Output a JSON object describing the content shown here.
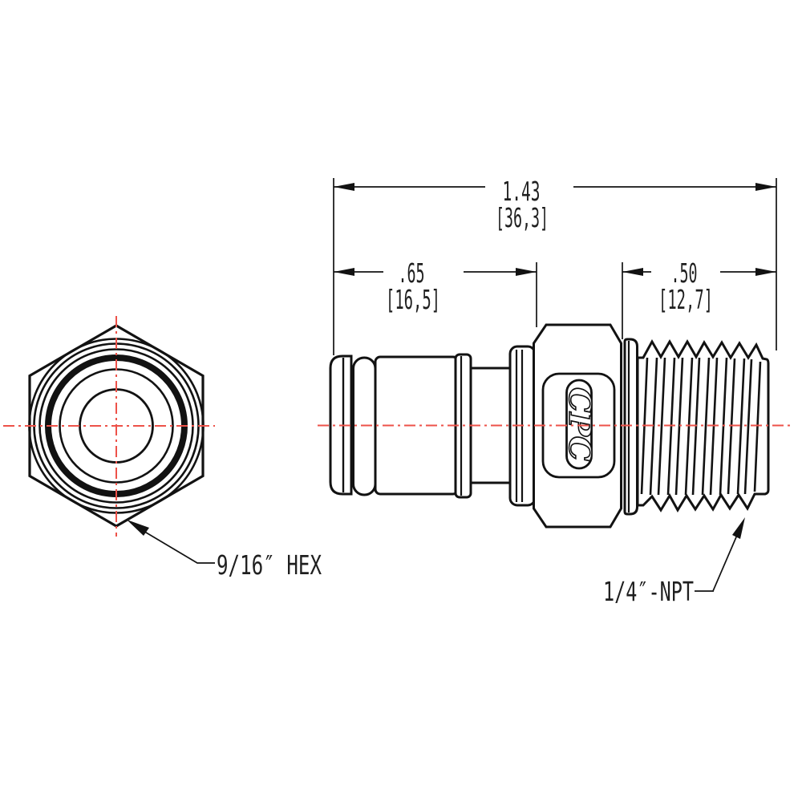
{
  "drawing": {
    "title": "quick-disconnect coupling insert, two-view dimensioned drawing",
    "dimensions": {
      "overall_in": "1.43",
      "overall_mm": "[36,3]",
      "body_in": ".65",
      "body_mm": "[16,5]",
      "thread_in": ".50",
      "thread_mm": "[12,7]"
    },
    "callouts": {
      "hex": "9/16″ HEX",
      "thread": "1/4″-NPT"
    },
    "logo_text": "CPC",
    "colors": {
      "outline": "#121212",
      "centerline": "#ed5249",
      "text": "#1f1f1f"
    }
  }
}
